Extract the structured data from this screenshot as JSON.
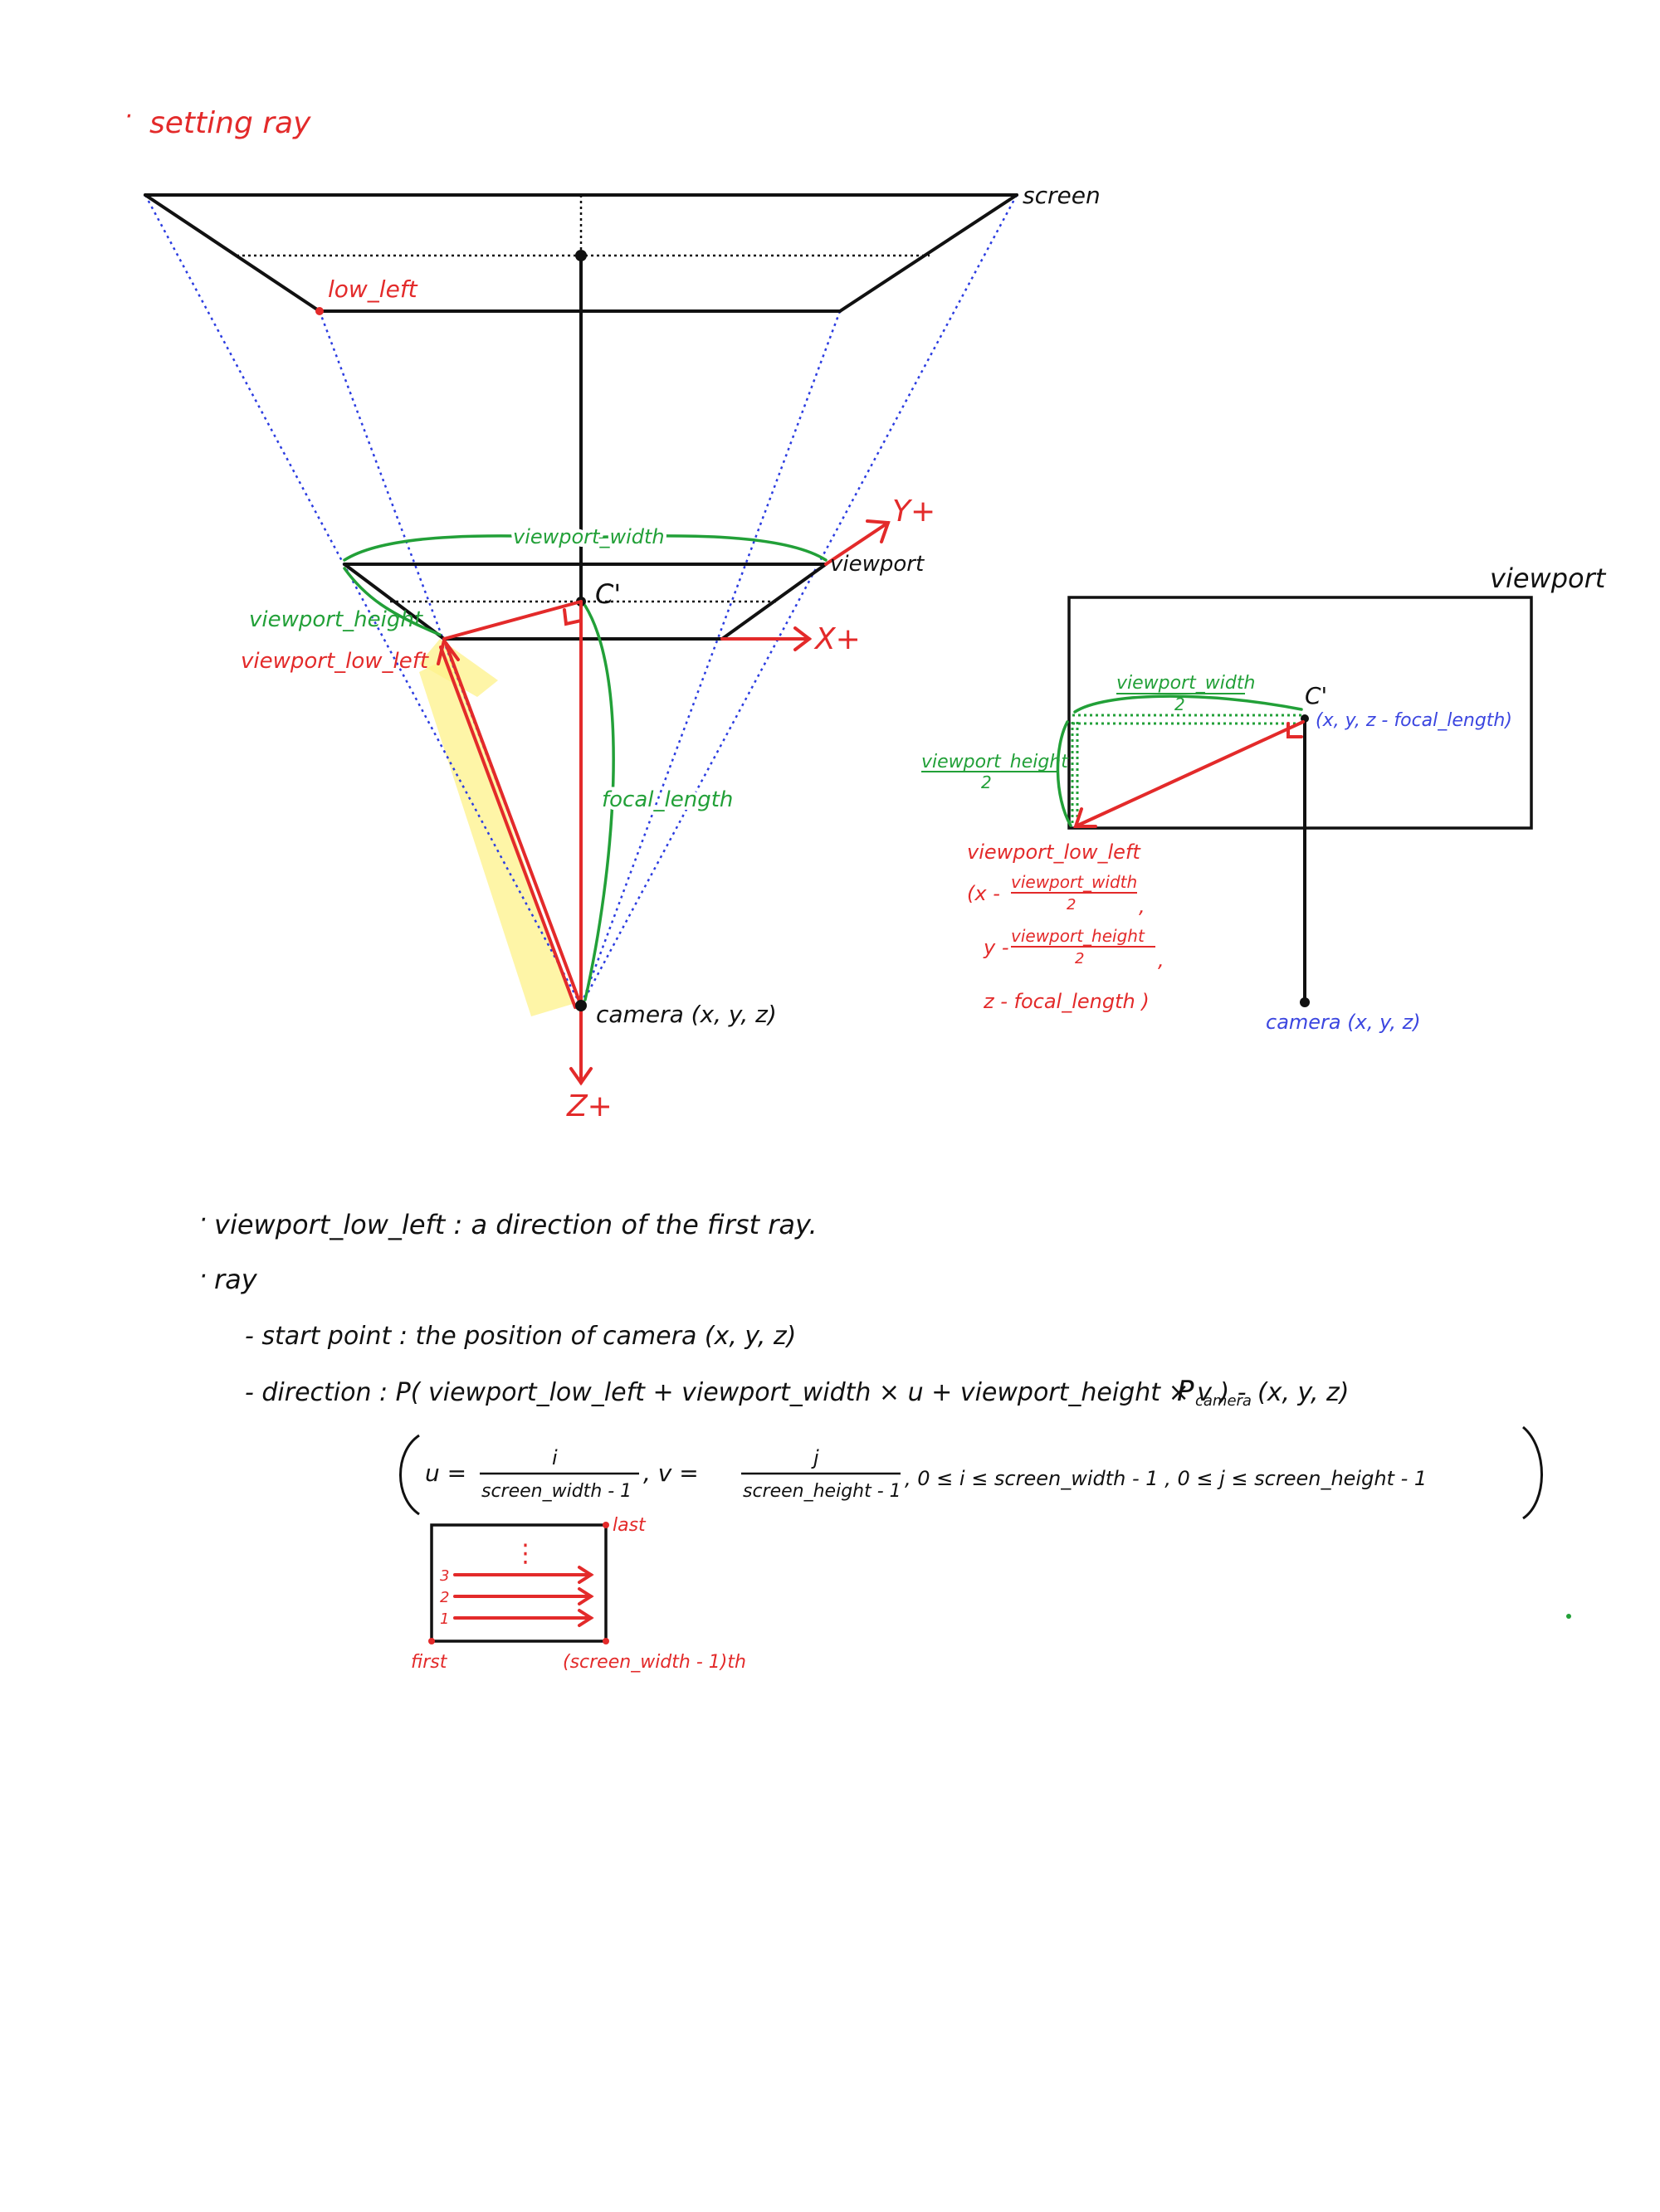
{
  "header": {
    "bullet": "·",
    "title": "setting ray"
  },
  "diagram": {
    "screen_label": "screen",
    "low_left_label": "low_left",
    "viewport_width_label": "viewport_width",
    "viewport_label": "viewport",
    "c_prime_label": "C'",
    "y_axis_label": "Y+",
    "x_axis_label": "X+",
    "z_axis_label": "Z+",
    "viewport_height_label": "viewport_height",
    "viewport_low_left_label": "viewport_low_left",
    "focal_length_label": "focal_length",
    "camera_label": "camera (x, y, z)"
  },
  "viewport_panel": {
    "title": "viewport",
    "half_width_num": "viewport_width",
    "half_width_den": "2",
    "c_prime_label": "C'",
    "c_prime_coords": "(x, y, z - focal_length)",
    "half_height_num": "viewport_height",
    "half_height_den": "2",
    "low_left_title": "viewport_low_left",
    "coord_x_prefix": "(x -",
    "coord_x_num": "viewport_width",
    "coord_x_den": "2",
    "coord_y_prefix": "y -",
    "coord_y_num": "viewport_height",
    "coord_y_den": "2",
    "coord_z": "z - focal_length )",
    "comma": ",",
    "camera_label": "camera (x, y, z)"
  },
  "notes": {
    "bullet": "·",
    "line1": "viewport_low_left  :  a direction of the first ray.",
    "line2": "ray",
    "start_point": "- start point  :  the position of camera (x, y, z)",
    "direction_text": "- direction  :  P( viewport_low_left  +  viewport_width × u  +  viewport_height × v )  -",
    "p_camera": "P",
    "p_camera_sub": "camera",
    "p_camera_coords": "(x, y, z)",
    "u_label": "u  =",
    "u_num": "i",
    "u_den": "screen_width - 1",
    "v_label": ",   v  =",
    "v_num": "j",
    "v_den": "screen_height - 1",
    "constraints": ",   0 ≤ i ≤ screen_width - 1  ,  0 ≤ j ≤ screen_height - 1"
  },
  "scan_diagram": {
    "dots": "⋮",
    "last": "last",
    "row_3": "3",
    "row_2": "2",
    "row_1": "1",
    "first": "first",
    "end_label": "(screen_width - 1)th"
  },
  "colors": {
    "red": "#e32a2a",
    "green": "#22a038",
    "blue": "#3b46e0",
    "highlight": "#fdf28a"
  }
}
